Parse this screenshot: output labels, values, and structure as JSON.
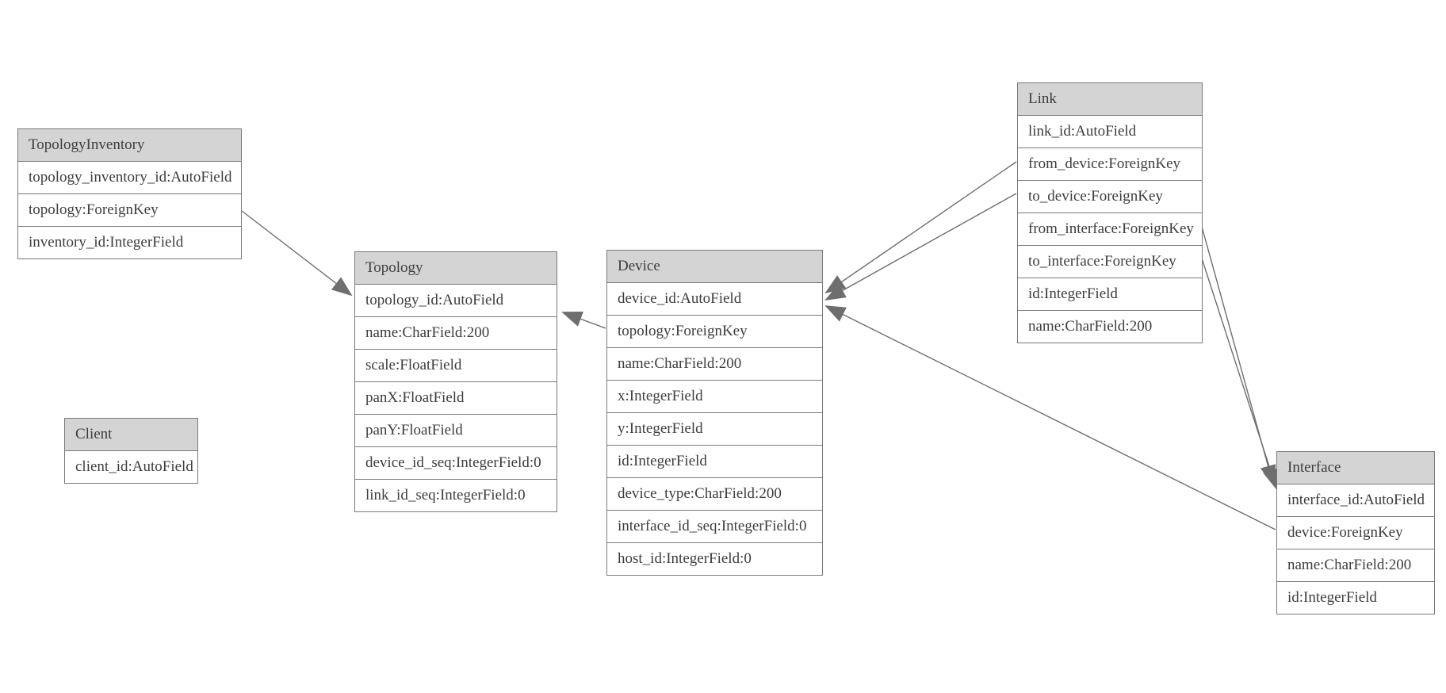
{
  "diagram_type": "entity-relationship-model",
  "colors": {
    "background": "#ffffff",
    "header_bg": "#d4d4d4",
    "border": "#7a7a7a",
    "text": "#3d3d3d",
    "connector": "#6e6e6e",
    "arrowhead_fill": "#6e6e6e"
  },
  "entities": [
    {
      "name": "TopologyInventory",
      "fields": [
        "topology_inventory_id:AutoField",
        "topology:ForeignKey",
        "inventory_id:IntegerField"
      ]
    },
    {
      "name": "Topology",
      "fields": [
        "topology_id:AutoField",
        "name:CharField:200",
        "scale:FloatField",
        "panX:FloatField",
        "panY:FloatField",
        "device_id_seq:IntegerField:0",
        "link_id_seq:IntegerField:0"
      ]
    },
    {
      "name": "Client",
      "fields": [
        "client_id:AutoField"
      ]
    },
    {
      "name": "Device",
      "fields": [
        "device_id:AutoField",
        "topology:ForeignKey",
        "name:CharField:200",
        "x:IntegerField",
        "y:IntegerField",
        "id:IntegerField",
        "device_type:CharField:200",
        "interface_id_seq:IntegerField:0",
        "host_id:IntegerField:0"
      ]
    },
    {
      "name": "Link",
      "fields": [
        "link_id:AutoField",
        "from_device:ForeignKey",
        "to_device:ForeignKey",
        "from_interface:ForeignKey",
        "to_interface:ForeignKey",
        "id:IntegerField",
        "name:CharField:200"
      ]
    },
    {
      "name": "Interface",
      "fields": [
        "interface_id:AutoField",
        "device:ForeignKey",
        "name:CharField:200",
        "id:IntegerField"
      ]
    }
  ],
  "relationships": [
    {
      "from": "TopologyInventory.topology",
      "to": "Topology.topology_id"
    },
    {
      "from": "Device.topology",
      "to": "Topology.topology_id"
    },
    {
      "from": "Link.from_device",
      "to": "Device.device_id"
    },
    {
      "from": "Link.to_device",
      "to": "Device.device_id"
    },
    {
      "from": "Link.from_interface",
      "to": "Interface.interface_id"
    },
    {
      "from": "Link.to_interface",
      "to": "Interface.interface_id"
    },
    {
      "from": "Interface.device",
      "to": "Device.device_id"
    }
  ]
}
